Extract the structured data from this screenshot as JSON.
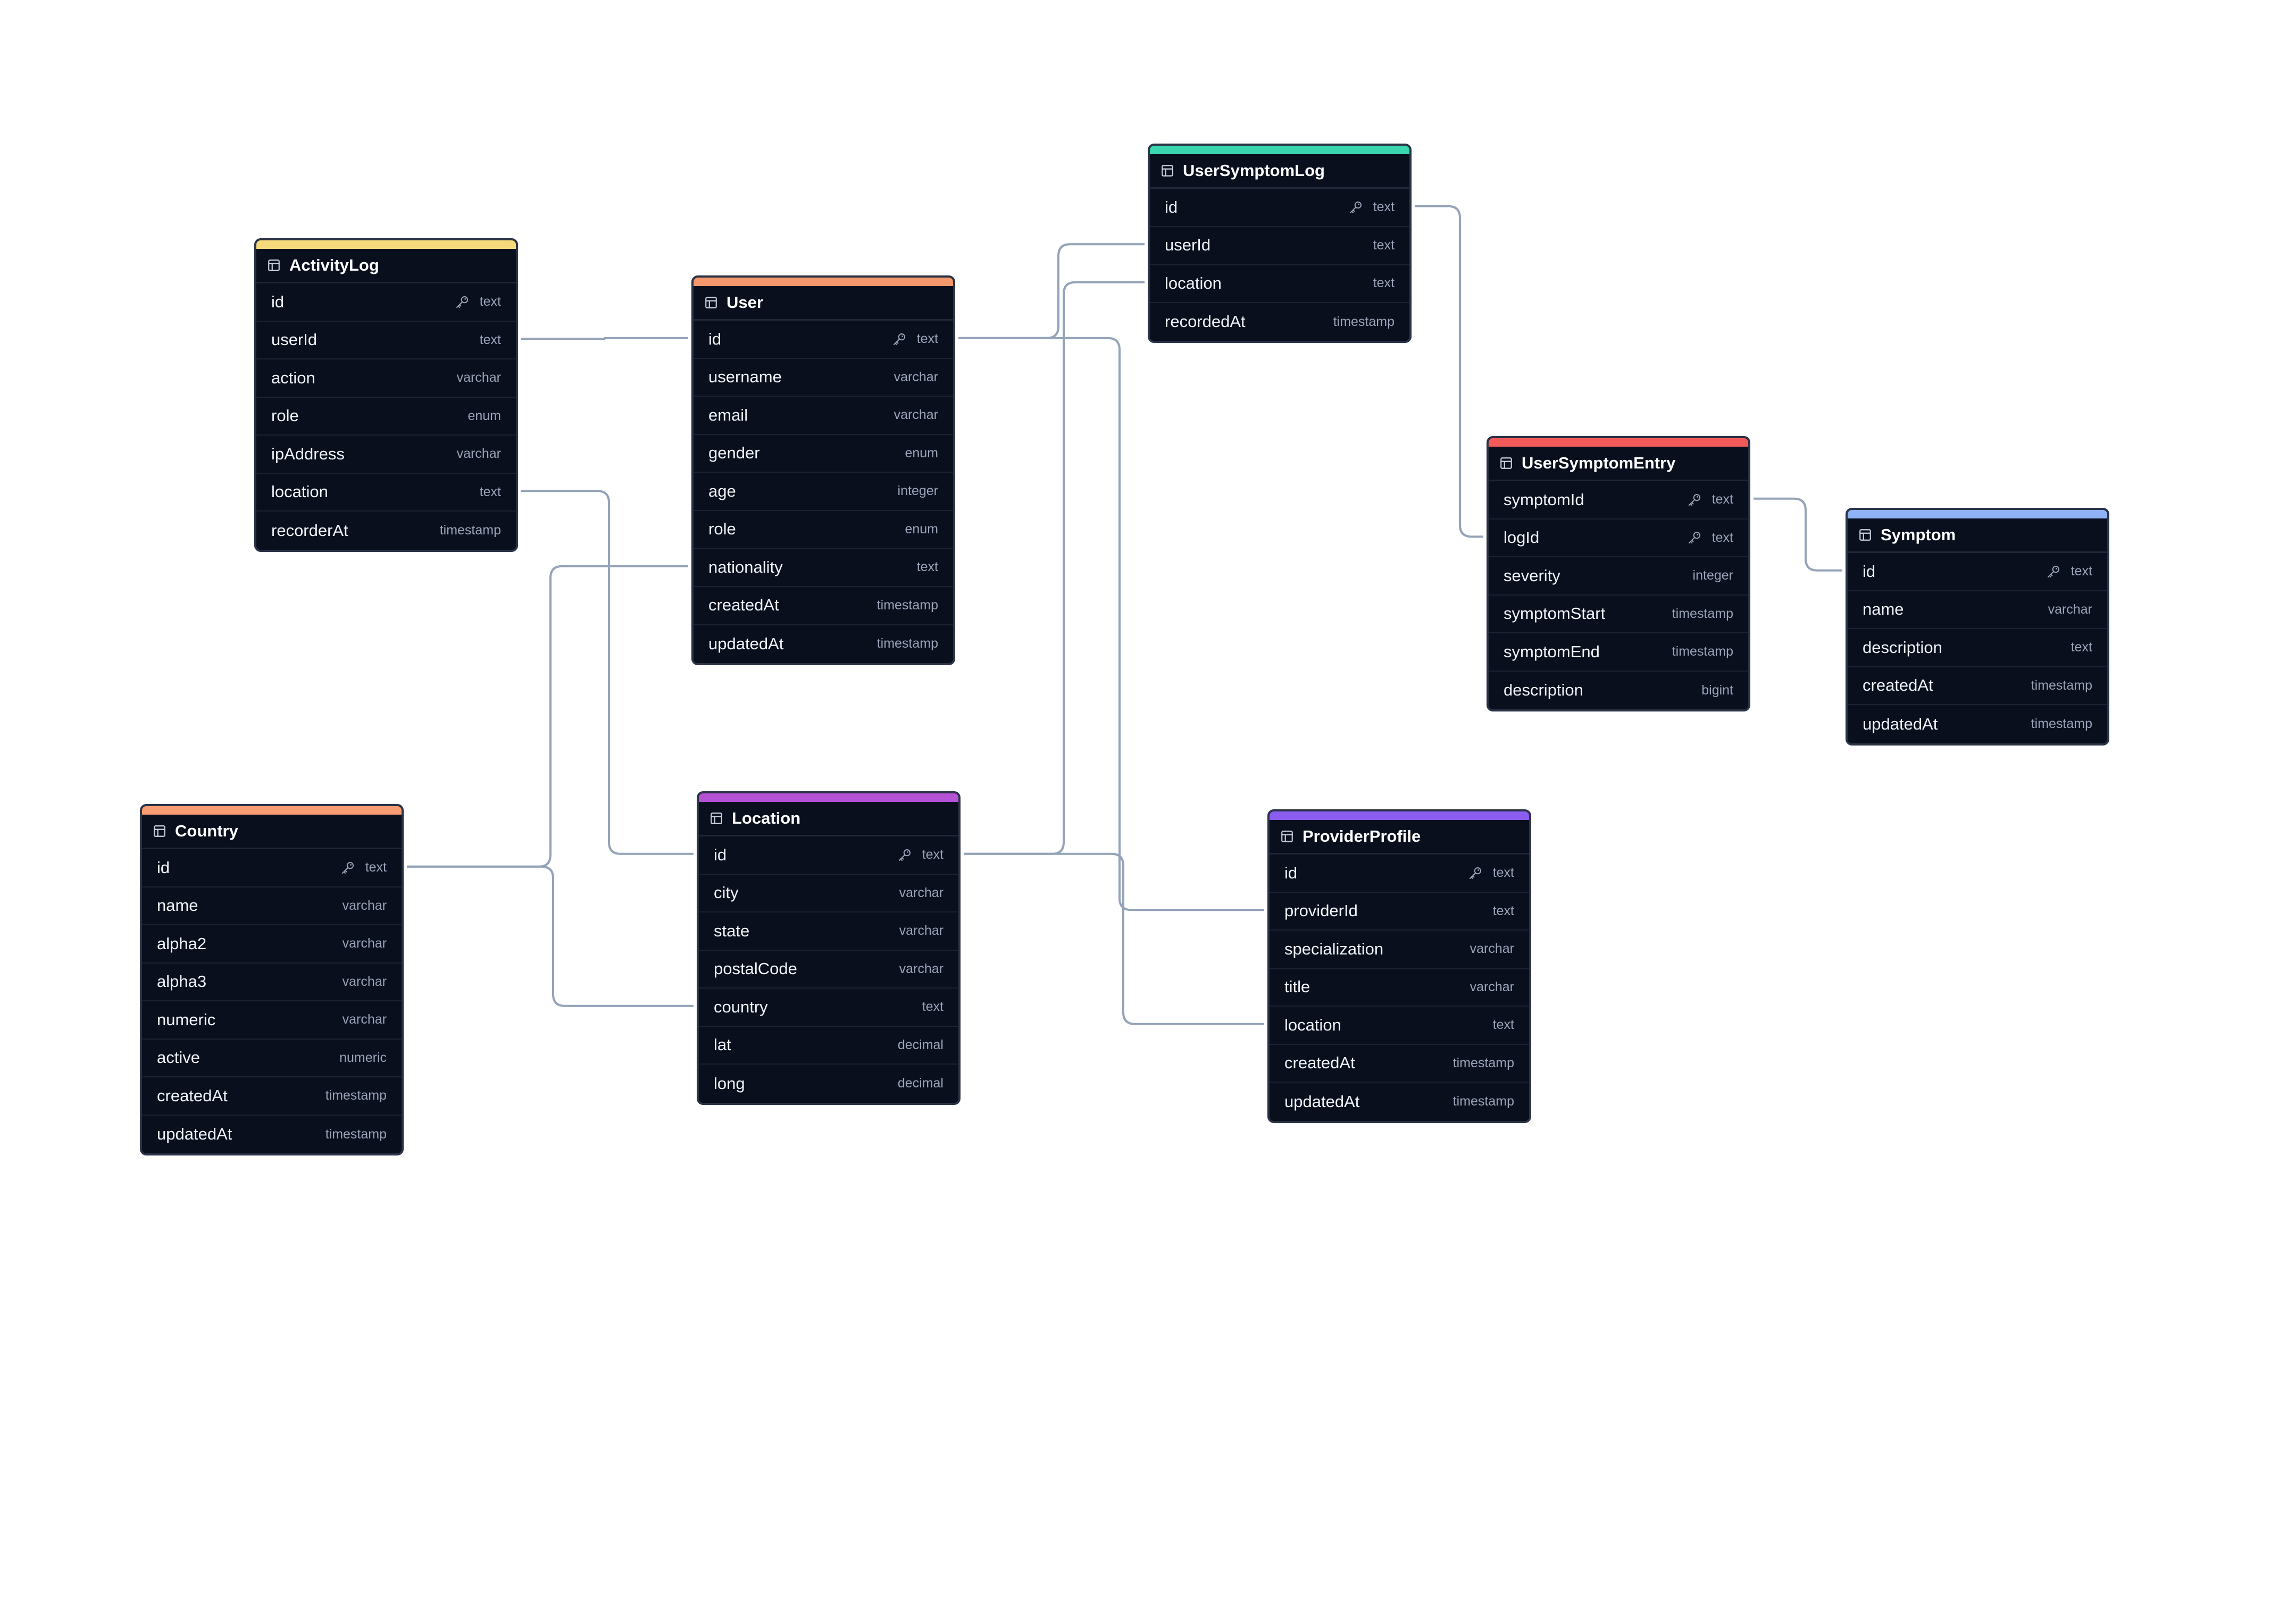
{
  "tables": [
    {
      "id": "ActivityLog",
      "title": "ActivityLog",
      "color": "#f5d97a",
      "fields": [
        {
          "name": "id",
          "type": "text",
          "pk": true
        },
        {
          "name": "userId",
          "type": "text"
        },
        {
          "name": "action",
          "type": "varchar"
        },
        {
          "name": "role",
          "type": "enum"
        },
        {
          "name": "ipAddress",
          "type": "varchar"
        },
        {
          "name": "location",
          "type": "text"
        },
        {
          "name": "recorderAt",
          "type": "timestamp"
        }
      ]
    },
    {
      "id": "User",
      "title": "User",
      "color": "#f4976c",
      "fields": [
        {
          "name": "id",
          "type": "text",
          "pk": true
        },
        {
          "name": "username",
          "type": "varchar"
        },
        {
          "name": "email",
          "type": "varchar"
        },
        {
          "name": "gender",
          "type": "enum"
        },
        {
          "name": "age",
          "type": "integer"
        },
        {
          "name": "role",
          "type": "enum"
        },
        {
          "name": "nationality",
          "type": "text"
        },
        {
          "name": "createdAt",
          "type": "timestamp"
        },
        {
          "name": "updatedAt",
          "type": "timestamp"
        }
      ]
    },
    {
      "id": "UserSymptomLog",
      "title": "UserSymptomLog",
      "color": "#3ad6b0",
      "fields": [
        {
          "name": "id",
          "type": "text",
          "pk": true
        },
        {
          "name": "userId",
          "type": "text"
        },
        {
          "name": "location",
          "type": "text"
        },
        {
          "name": "recordedAt",
          "type": "timestamp"
        }
      ]
    },
    {
      "id": "UserSymptomEntry",
      "title": "UserSymptomEntry",
      "color": "#f25a5a",
      "fields": [
        {
          "name": "symptomId",
          "type": "text",
          "pk": true
        },
        {
          "name": "logId",
          "type": "text",
          "pk": true
        },
        {
          "name": "severity",
          "type": "integer"
        },
        {
          "name": "symptomStart",
          "type": "timestamp"
        },
        {
          "name": "symptomEnd",
          "type": "timestamp"
        },
        {
          "name": "description",
          "type": "bigint"
        }
      ]
    },
    {
      "id": "Symptom",
      "title": "Symptom",
      "color": "#8fb1f5",
      "fields": [
        {
          "name": "id",
          "type": "text",
          "pk": true
        },
        {
          "name": "name",
          "type": "varchar"
        },
        {
          "name": "description",
          "type": "text"
        },
        {
          "name": "createdAt",
          "type": "timestamp"
        },
        {
          "name": "updatedAt",
          "type": "timestamp"
        }
      ]
    },
    {
      "id": "Country",
      "title": "Country",
      "color": "#f79b72",
      "fields": [
        {
          "name": "id",
          "type": "text",
          "pk": true
        },
        {
          "name": "name",
          "type": "varchar"
        },
        {
          "name": "alpha2",
          "type": "varchar"
        },
        {
          "name": "alpha3",
          "type": "varchar"
        },
        {
          "name": "numeric",
          "type": "varchar"
        },
        {
          "name": "active",
          "type": "numeric"
        },
        {
          "name": "createdAt",
          "type": "timestamp"
        },
        {
          "name": "updatedAt",
          "type": "timestamp"
        }
      ]
    },
    {
      "id": "Location",
      "title": "Location",
      "color": "#b452d6",
      "fields": [
        {
          "name": "id",
          "type": "text",
          "pk": true
        },
        {
          "name": "city",
          "type": "varchar"
        },
        {
          "name": "state",
          "type": "varchar"
        },
        {
          "name": "postalCode",
          "type": "varchar"
        },
        {
          "name": "country",
          "type": "text"
        },
        {
          "name": "lat",
          "type": "decimal"
        },
        {
          "name": "long",
          "type": "decimal"
        }
      ]
    },
    {
      "id": "ProviderProfile",
      "title": "ProviderProfile",
      "color": "#8a5cf0",
      "fields": [
        {
          "name": "id",
          "type": "text",
          "pk": true
        },
        {
          "name": "providerId",
          "type": "text"
        },
        {
          "name": "specialization",
          "type": "varchar"
        },
        {
          "name": "title",
          "type": "varchar"
        },
        {
          "name": "location",
          "type": "text"
        },
        {
          "name": "createdAt",
          "type": "timestamp"
        },
        {
          "name": "updatedAt",
          "type": "timestamp"
        }
      ]
    }
  ],
  "relations": [
    {
      "from": "ActivityLog.userId",
      "to": "User.id"
    },
    {
      "from": "ActivityLog.location",
      "to": "Location.id"
    },
    {
      "from": "User.nationality",
      "to": "Country.id"
    },
    {
      "from": "User.id",
      "to": "UserSymptomLog.userId"
    },
    {
      "from": "User.id",
      "to": "ProviderProfile.providerId"
    },
    {
      "from": "Location.id",
      "to": "UserSymptomLog.location"
    },
    {
      "from": "Location.id",
      "to": "ProviderProfile.location"
    },
    {
      "from": "Location.country",
      "to": "Country.id"
    },
    {
      "from": "UserSymptomLog.id",
      "to": "UserSymptomEntry.logId"
    },
    {
      "from": "UserSymptomEntry.symptomId",
      "to": "Symptom.id"
    }
  ]
}
